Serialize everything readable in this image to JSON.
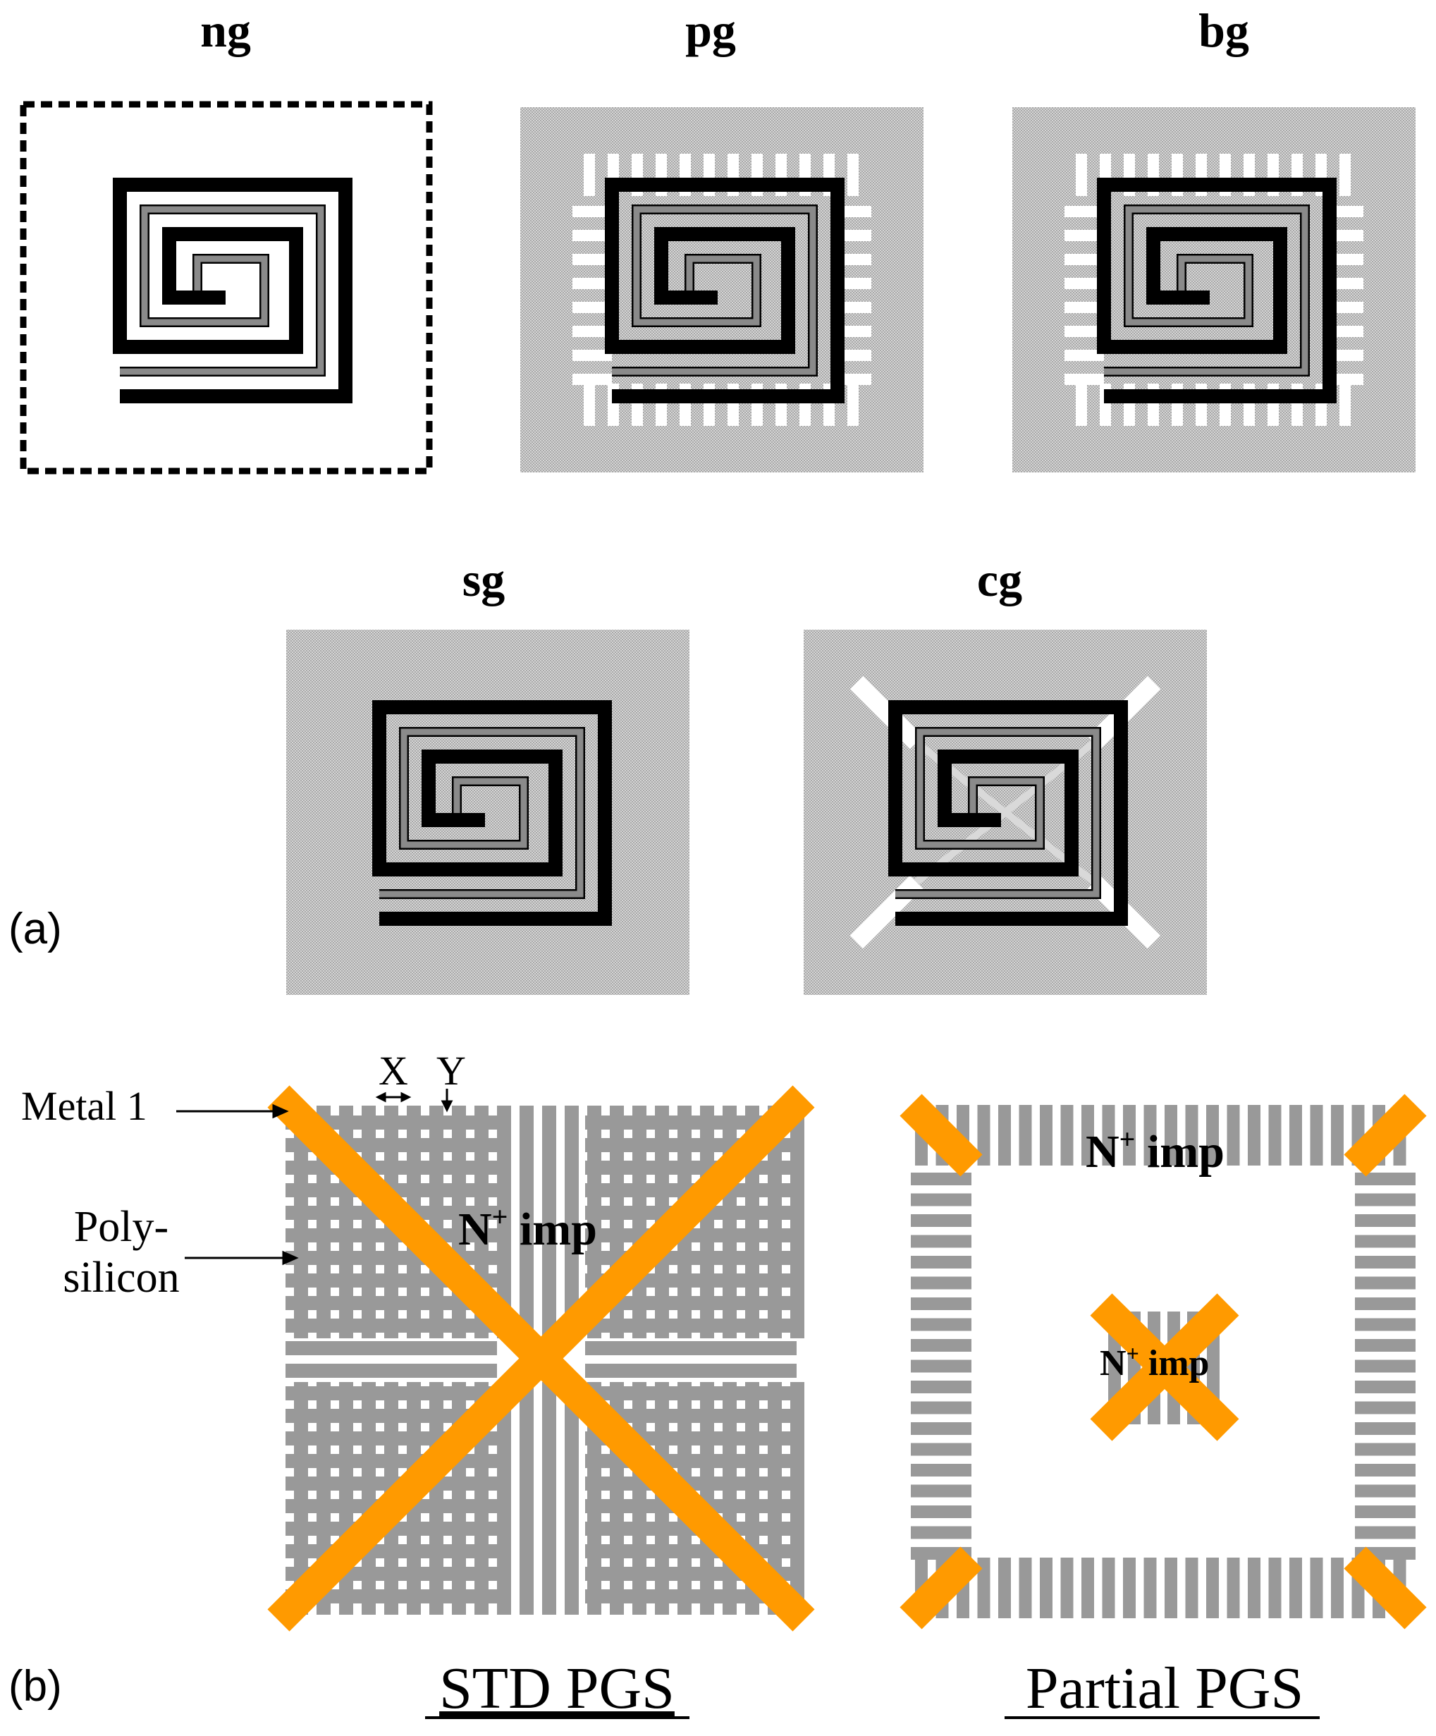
{
  "colors": {
    "background": "#ffffff",
    "metal_black": "#000000",
    "underpass_gray": "#8a8a8a",
    "shield_stipple": "#c8c8c8",
    "polysilicon_gray": "#999999",
    "metal1_orange": "#ff9a00"
  },
  "part_a": {
    "label": "(a)",
    "panels": [
      {
        "id": "ng",
        "title": "ng",
        "shield": "none (dashed boundary)"
      },
      {
        "id": "pg",
        "title": "pg",
        "shield": "patterned"
      },
      {
        "id": "bg",
        "title": "bg",
        "shield": "patterned"
      },
      {
        "id": "sg",
        "title": "sg",
        "shield": "solid"
      },
      {
        "id": "cg",
        "title": "cg",
        "shield": "solid with corner slots"
      }
    ]
  },
  "part_b": {
    "label": "(b)",
    "std_pgs": {
      "caption": "STD PGS",
      "metal1_label": "Metal 1",
      "poly_label_line1": "Poly-",
      "poly_label_line2": "silicon",
      "x_label": "X",
      "y_label": "Y",
      "implant_label_main": "N",
      "implant_label_sup": "+",
      "implant_label_tail": " imp"
    },
    "partial_pgs": {
      "caption": "Partial PGS",
      "implant_top_main": "N",
      "implant_top_sup": "+",
      "implant_top_tail": " imp",
      "implant_center_main": "N",
      "implant_center_sup": "+",
      "implant_center_tail": " imp"
    }
  }
}
